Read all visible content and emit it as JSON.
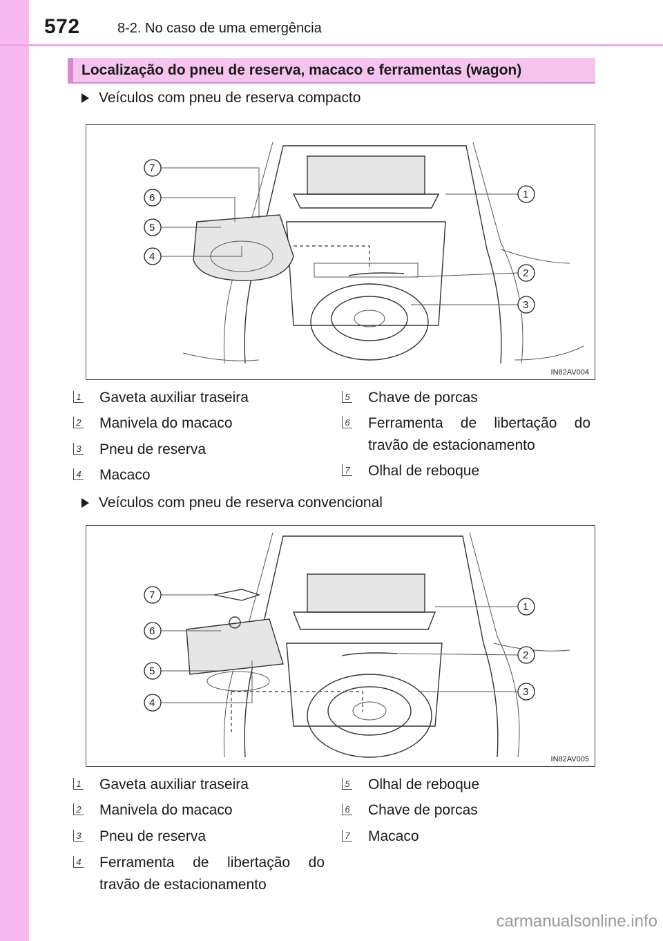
{
  "header": {
    "page_number": "572",
    "section": "8-2. No caso de uma emergência"
  },
  "title": "Localização do pneu de reserva, macaco e ferramentas (wagon)",
  "compact": {
    "heading": "Veículos com pneu de reserva compacto",
    "figure_code": "IN82AV004",
    "legend": [
      {
        "num": "1",
        "text": "Gaveta auxiliar traseira"
      },
      {
        "num": "2",
        "text": "Manivela do macaco"
      },
      {
        "num": "3",
        "text": "Pneu de reserva"
      },
      {
        "num": "4",
        "text": "Macaco"
      },
      {
        "num": "5",
        "text": "Chave de porcas"
      },
      {
        "num": "6",
        "text": "Ferramenta de libertação do travão de estacionamento"
      },
      {
        "num": "7",
        "text": "Olhal de reboque"
      }
    ]
  },
  "conventional": {
    "heading": "Veículos com pneu de reserva convencional",
    "figure_code": "IN82AV005",
    "legend": [
      {
        "num": "1",
        "text": "Gaveta auxiliar traseira"
      },
      {
        "num": "2",
        "text": "Manivela do macaco"
      },
      {
        "num": "3",
        "text": "Pneu de reserva"
      },
      {
        "num": "4",
        "text": "Ferramenta de libertação do travão de estacionamento"
      },
      {
        "num": "5",
        "text": "Olhal de reboque"
      },
      {
        "num": "6",
        "text": "Chave de porcas"
      },
      {
        "num": "7",
        "text": "Macaco"
      }
    ]
  },
  "watermark": "carmanualsonline.info"
}
